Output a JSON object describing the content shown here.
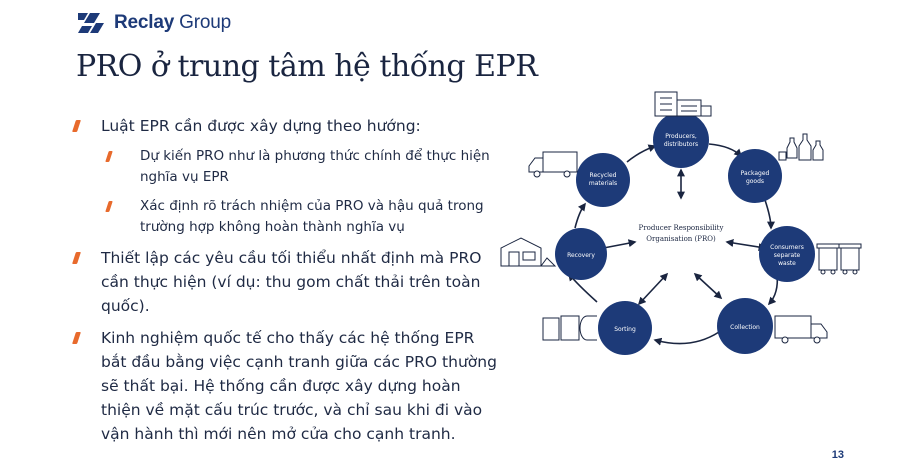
{
  "logo": {
    "text_bold": "Reclay",
    "text_rest": " Group"
  },
  "title": "PRO ở trung tâm hệ thống EPR",
  "bullets": [
    {
      "level": 1,
      "text": "Luật EPR cần được xây dựng theo hướng:"
    },
    {
      "level": 2,
      "text": "Dự kiến PRO như là phương thức chính để thực hiện nghĩa vụ EPR"
    },
    {
      "level": 2,
      "text": "Xác định rõ trách nhiệm của PRO và hậu quả trong trường hợp không hoàn thành nghĩa vụ"
    },
    {
      "level": 1,
      "text": "Thiết lập các yêu cầu tối thiểu nhất định mà PRO cần thực hiện (ví dụ: thu gom chất thải trên toàn quốc)."
    },
    {
      "level": 1,
      "text": "Kinh nghiệm quốc tế cho thấy các hệ thống EPR bắt đầu bằng việc cạnh tranh giữa các PRO thường sẽ thất bại. Hệ thống cần được xây dựng hoàn thiện về mặt cấu trúc trước, và chỉ sau khi đi vào vận hành thì mới nên mở cửa cho cạnh tranh."
    }
  ],
  "diagram": {
    "center": {
      "line1": "Producer Responsibility",
      "line2": "Organisation (PRO)"
    },
    "nodes": [
      {
        "id": "producers",
        "line1": "Producers,",
        "line2": "distributors",
        "icon": "factory-icon"
      },
      {
        "id": "packaged",
        "line1": "Packaged",
        "line2": "goods",
        "icon": "bottles-icon"
      },
      {
        "id": "consumers",
        "line1": "Consumers",
        "line2": "separate",
        "line3": "waste",
        "icon": "bins-icon"
      },
      {
        "id": "collection",
        "line1": "Collection",
        "icon": "truck-icon"
      },
      {
        "id": "sorting",
        "line1": "Sorting",
        "icon": "bales-icon"
      },
      {
        "id": "recovery",
        "line1": "Recovery",
        "icon": "plant-icon"
      },
      {
        "id": "recycled",
        "line1": "Recycled",
        "line2": "materials",
        "icon": "truck-icon"
      }
    ],
    "node_color": "#1d3a78"
  },
  "page_number": "13",
  "accent_color": "#e86a2c"
}
